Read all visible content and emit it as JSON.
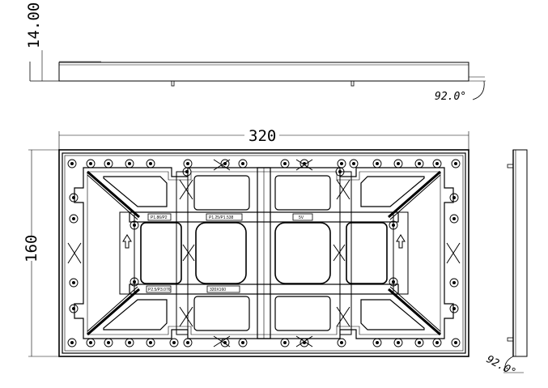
{
  "dimensions": {
    "thickness": "14.00",
    "width": "320",
    "height": "160",
    "angle_top": "92.0°",
    "angle_side": "92.0°"
  },
  "panel_labels": {
    "pitch_a": "P1.86/P2",
    "pitch_b": "P1.25/P1.538",
    "voltage": "5V",
    "pitch_c": "P2.5/P3.076",
    "size": "320X160"
  },
  "colors": {
    "line": "#000000",
    "background": "#ffffff"
  }
}
